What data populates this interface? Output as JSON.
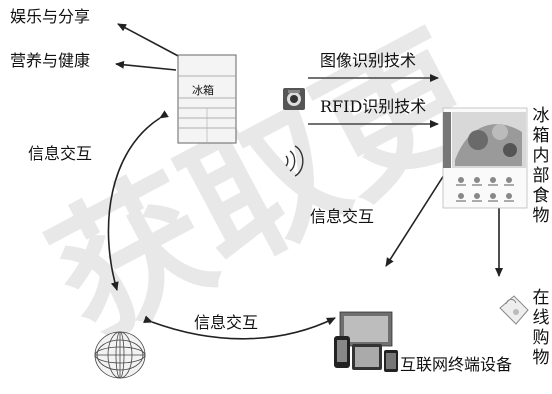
{
  "labels": {
    "entertainment": "娱乐与分享",
    "nutrition": "营养与健康",
    "fridge": "冰箱",
    "image_recognition": "图像识别技术",
    "rfid": "RFID识别技术",
    "interaction_left": "信息交互",
    "interaction_middle": "信息交互",
    "interaction_bottom": "信息交互",
    "food_inside": "冰箱内部食物",
    "online_shopping": "在线购物",
    "terminal_devices": "互联网终端设备"
  },
  "watermark": {
    "text": "获取更",
    "color": "#e6e6e6"
  },
  "icons": [
    "camera-icon",
    "wireless-signal-icon",
    "food-inventory-screen",
    "shopping-bag-icon",
    "globe-icon",
    "devices-icon"
  ]
}
